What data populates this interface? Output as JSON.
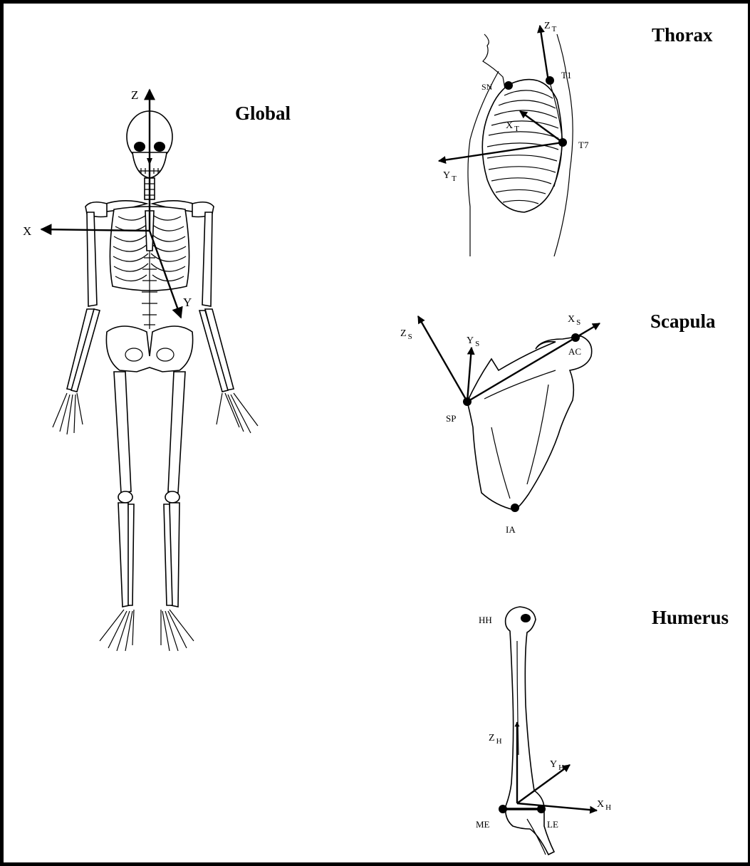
{
  "panels": {
    "global": {
      "title": "Global",
      "axes": {
        "x": "X",
        "y": "Y",
        "z": "Z"
      }
    },
    "thorax": {
      "title": "Thorax",
      "landmarks": {
        "sn": "SN",
        "t1": "T1",
        "t7": "T7"
      },
      "axes": {
        "x": {
          "main": "X",
          "sub": "T"
        },
        "y": {
          "main": "Y",
          "sub": "T"
        },
        "z": {
          "main": "Z",
          "sub": "T"
        }
      }
    },
    "scapula": {
      "title": "Scapula",
      "landmarks": {
        "sp": "SP",
        "ac": "AC",
        "ia": "IA"
      },
      "axes": {
        "x": {
          "main": "X",
          "sub": "S"
        },
        "y": {
          "main": "Y",
          "sub": "S"
        },
        "z": {
          "main": "Z",
          "sub": "S"
        }
      }
    },
    "humerus": {
      "title": "Humerus",
      "landmarks": {
        "hh": "HH",
        "me": "ME",
        "le": "LE"
      },
      "axes": {
        "x": {
          "main": "X",
          "sub": "H"
        },
        "y": {
          "main": "Y",
          "sub": "H"
        },
        "z": {
          "main": "Z",
          "sub": "H"
        }
      }
    }
  }
}
